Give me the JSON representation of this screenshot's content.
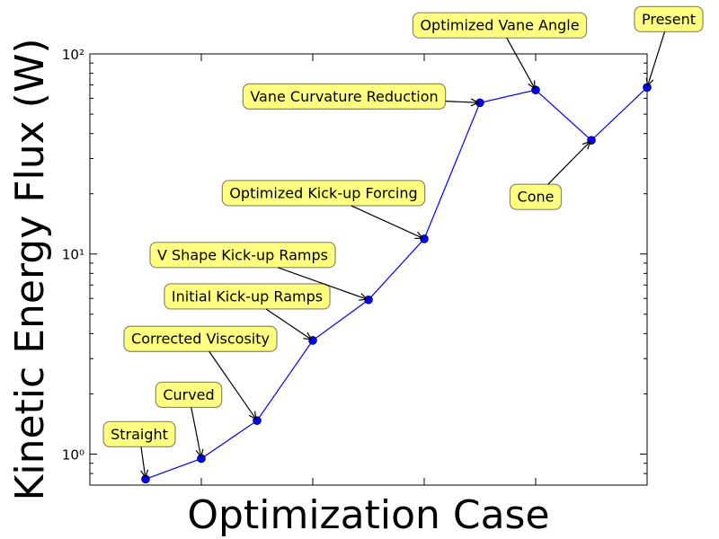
{
  "chart_data": {
    "type": "line",
    "title": "",
    "xlabel": "Optimization Case",
    "ylabel": "Kinetic Energy Flux (W)",
    "yscale": "log",
    "ylim": [
      0.7,
      100
    ],
    "xlim": [
      0,
      10
    ],
    "grid": false,
    "colors": {
      "line": "#0000ff",
      "marker": "#0000ff",
      "annotation_fill": "#ffff80",
      "annotation_border": "#888866"
    },
    "y_tick_labels": [
      {
        "value": 1,
        "label": "10⁰"
      },
      {
        "value": 10,
        "label": "10¹"
      },
      {
        "value": 100,
        "label": "10²"
      }
    ],
    "series": [
      {
        "x": [
          1,
          2,
          3,
          4,
          5,
          6,
          7,
          8,
          9,
          10
        ],
        "values": [
          0.75,
          0.95,
          1.47,
          3.7,
          5.9,
          11.9,
          57,
          66,
          37,
          68
        ]
      }
    ],
    "annotations": [
      {
        "text": "Straight",
        "index": 0
      },
      {
        "text": "Curved",
        "index": 1
      },
      {
        "text": "Corrected Viscosity",
        "index": 2
      },
      {
        "text": "Initial Kick-up Ramps",
        "index": 3
      },
      {
        "text": "V Shape Kick-up Ramps",
        "index": 4
      },
      {
        "text": "Optimized Kick-up Forcing",
        "index": 5
      },
      {
        "text": "Vane Curvature Reduction",
        "index": 6
      },
      {
        "text": "Optimized Vane Angle",
        "index": 7
      },
      {
        "text": "Cone",
        "index": 8
      },
      {
        "text": "Present",
        "index": 9
      }
    ]
  }
}
